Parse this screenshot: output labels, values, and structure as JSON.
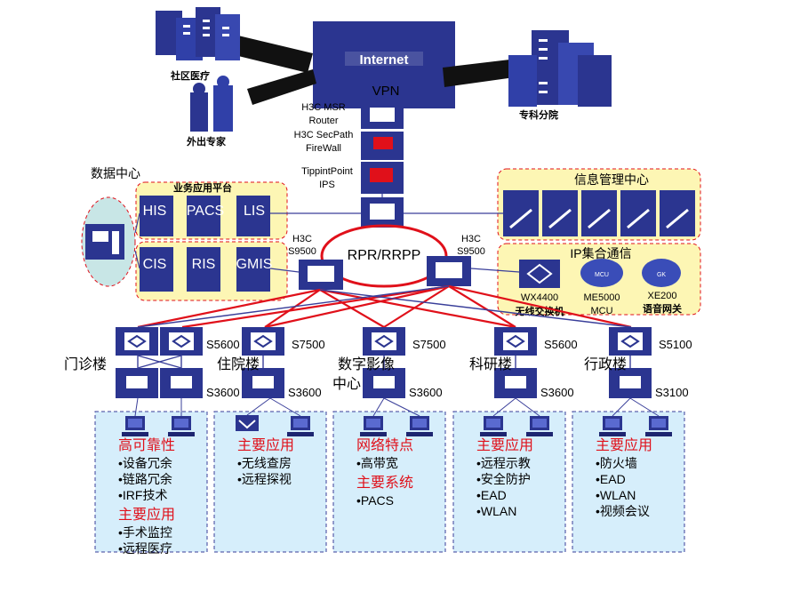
{
  "top": {
    "community": "社区医疗",
    "experts": "外出专家",
    "specialist": "专科分院",
    "vpn": "VPN",
    "router": [
      "H3C MSR",
      "Router"
    ],
    "firewall": [
      "H3C SecPath",
      "FireWall"
    ],
    "ips": [
      "TippintPoint",
      "IPS"
    ]
  },
  "left": {
    "datacenter": "数据中心",
    "platform": "业务应用平台",
    "apps_row1": [
      "HIS",
      "PACS",
      "LIS"
    ],
    "apps_row2": [
      "CIS",
      "RIS",
      "GMIS"
    ]
  },
  "right": {
    "info_center": "信息管理中心",
    "ip_comm": "IP集合通信",
    "devices": [
      {
        "model": "WX4400",
        "role": "无线交换机"
      },
      {
        "model": "ME5000",
        "role": "MCU"
      },
      {
        "model": "XE200",
        "role": "语音网关"
      }
    ],
    "mcu_badge": "MCU",
    "gk_badge": "GK"
  },
  "core": {
    "ring": "RPR/RRPP",
    "left_switch": [
      "H3C",
      "S9500"
    ],
    "right_switch": [
      "H3C",
      "S9500"
    ]
  },
  "buildings": [
    {
      "name": "门诊楼",
      "agg": "S5600",
      "acc": "S3600"
    },
    {
      "name": "住院楼",
      "agg": "S7500",
      "acc": "S3600"
    },
    {
      "name": "数字影像",
      "name2": "中心",
      "agg": "S7500",
      "acc": "S3600"
    },
    {
      "name": "科研楼",
      "agg": "S5600",
      "acc": "S3600"
    },
    {
      "name": "行政楼",
      "agg": "S5100",
      "acc": "S3100"
    }
  ],
  "panels": [
    {
      "sections": [
        {
          "heading": "高可靠性",
          "items": [
            "•设备冗余",
            "•链路冗余",
            "•IRF技术"
          ]
        },
        {
          "heading": "主要应用",
          "items": [
            "•手术监控",
            "•远程医疗"
          ]
        }
      ]
    },
    {
      "sections": [
        {
          "heading": "主要应用",
          "items": [
            "•无线查房",
            "•远程探视"
          ]
        }
      ]
    },
    {
      "sections": [
        {
          "heading": "网络特点",
          "items": [
            "•高带宽"
          ]
        },
        {
          "heading": "主要系统",
          "items": [
            "•PACS"
          ]
        }
      ]
    },
    {
      "sections": [
        {
          "heading": "主要应用",
          "items": [
            "•远程示教",
            "•安全防护",
            "•EAD",
            "•WLAN"
          ]
        }
      ]
    },
    {
      "sections": [
        {
          "heading": "主要应用",
          "items": [
            "•防火墙",
            "•EAD",
            "•WLAN",
            "•视频会议"
          ]
        }
      ]
    }
  ],
  "colors": {
    "red": "#e0101a",
    "navy": "#28339a",
    "yellow": "#fdf6b4",
    "panel": "#d6eefb",
    "line": "#3a3f9a"
  }
}
